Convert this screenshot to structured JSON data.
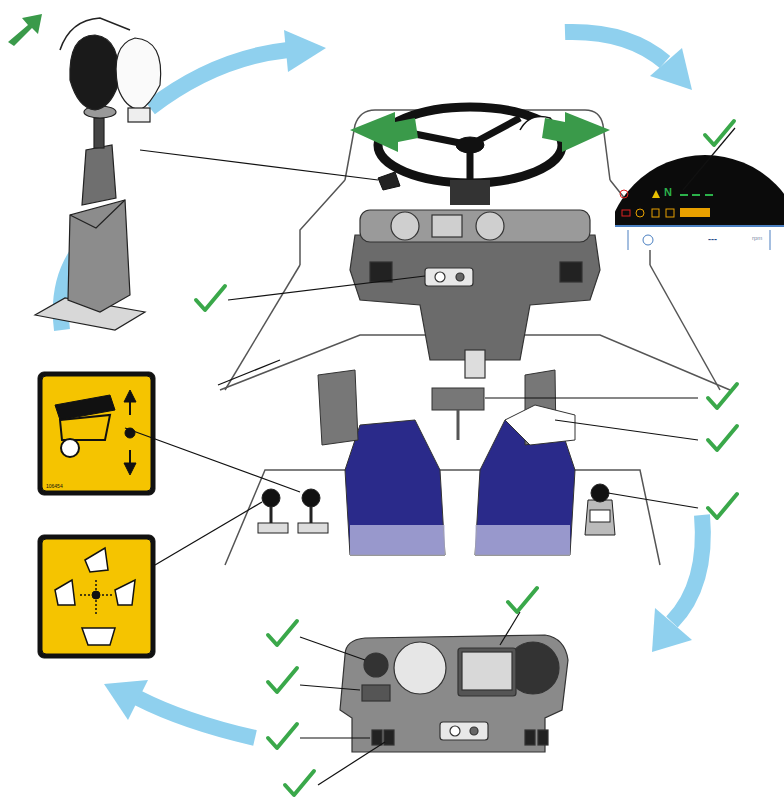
{
  "diagram": {
    "labels": [
      "106454",
      "N",
      "---",
      "rpm"
    ]
  }
}
